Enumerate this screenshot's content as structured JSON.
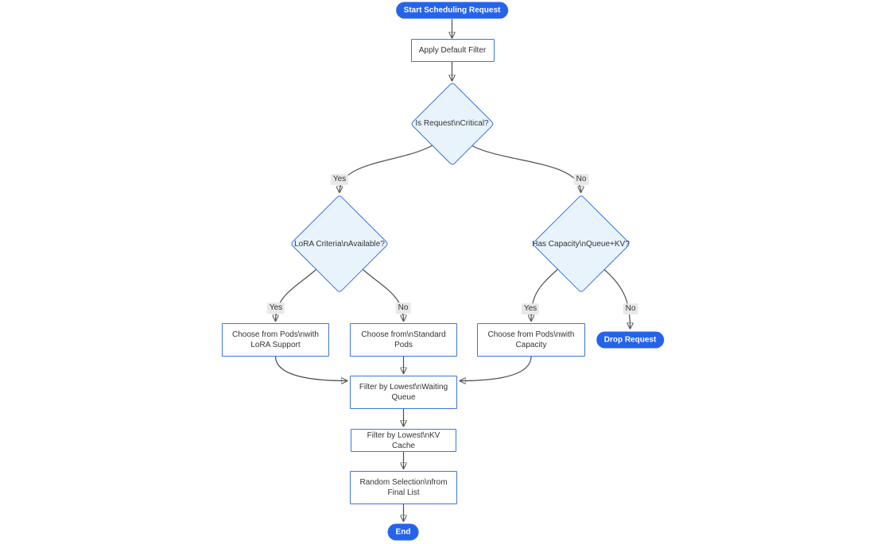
{
  "diagram": {
    "type": "flowchart",
    "background": "#ffffff",
    "colors": {
      "node_accent": "#2563eb",
      "node_border": "#3b76e0",
      "decision_fill": "#e9f3fc",
      "text_color": "#333333",
      "edge_color": "#4e4e4e",
      "edge_label_bg": "#e8e8e8"
    },
    "nodes": {
      "start": {
        "type": "pill",
        "lines": [
          "Start Scheduling Request"
        ]
      },
      "apply_default_filter": {
        "type": "process",
        "lines": [
          "Apply Default Filter"
        ]
      },
      "is_request_critical": {
        "type": "decision",
        "lines": [
          "Is Request\\nCritical?"
        ]
      },
      "lora_criteria_available": {
        "type": "decision",
        "lines": [
          "LoRA Criteria\\nAvailable?"
        ]
      },
      "has_capacity_queue_kv": {
        "type": "decision",
        "lines": [
          "Has Capacity\\nQueue+KV?"
        ]
      },
      "choose_pods_lora": {
        "type": "process",
        "lines": [
          "Choose from Pods\\nwith",
          "LoRA Support"
        ]
      },
      "choose_standard_pods": {
        "type": "process",
        "lines": [
          "Choose from\\nStandard",
          "Pods"
        ]
      },
      "choose_pods_capacity": {
        "type": "process",
        "lines": [
          "Choose from Pods\\nwith",
          "Capacity"
        ]
      },
      "drop_request": {
        "type": "pill",
        "lines": [
          "Drop Request"
        ]
      },
      "filter_waiting_queue": {
        "type": "process",
        "lines": [
          "Filter by Lowest\\nWaiting",
          "Queue"
        ]
      },
      "filter_kv_cache": {
        "type": "process",
        "lines": [
          "Filter by Lowest\\nKV Cache"
        ]
      },
      "random_selection": {
        "type": "process",
        "lines": [
          "Random Selection\\nfrom",
          "Final List"
        ]
      },
      "end": {
        "type": "pill",
        "lines": [
          "End"
        ]
      }
    },
    "edges": [
      {
        "from": "start",
        "to": "apply_default_filter",
        "label": ""
      },
      {
        "from": "apply_default_filter",
        "to": "is_request_critical",
        "label": ""
      },
      {
        "from": "is_request_critical",
        "to": "lora_criteria_available",
        "label": "Yes"
      },
      {
        "from": "is_request_critical",
        "to": "has_capacity_queue_kv",
        "label": "No"
      },
      {
        "from": "lora_criteria_available",
        "to": "choose_pods_lora",
        "label": "Yes"
      },
      {
        "from": "lora_criteria_available",
        "to": "choose_standard_pods",
        "label": "No"
      },
      {
        "from": "has_capacity_queue_kv",
        "to": "choose_pods_capacity",
        "label": "Yes"
      },
      {
        "from": "has_capacity_queue_kv",
        "to": "drop_request",
        "label": "No"
      },
      {
        "from": "choose_pods_lora",
        "to": "filter_waiting_queue",
        "label": ""
      },
      {
        "from": "choose_standard_pods",
        "to": "filter_waiting_queue",
        "label": ""
      },
      {
        "from": "choose_pods_capacity",
        "to": "filter_waiting_queue",
        "label": ""
      },
      {
        "from": "filter_waiting_queue",
        "to": "filter_kv_cache",
        "label": ""
      },
      {
        "from": "filter_kv_cache",
        "to": "random_selection",
        "label": ""
      },
      {
        "from": "random_selection",
        "to": "end",
        "label": ""
      }
    ]
  }
}
